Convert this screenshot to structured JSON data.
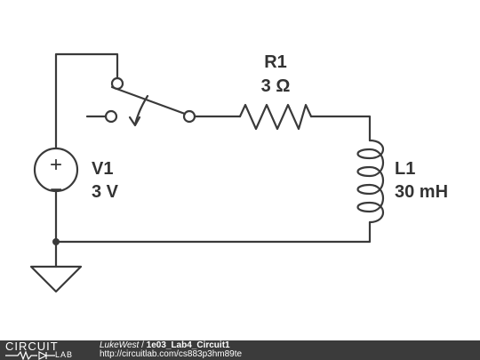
{
  "components": {
    "resistor": {
      "designator": "R1",
      "value": "3 Ω"
    },
    "inductor": {
      "designator": "L1",
      "value": "30 mH"
    },
    "source": {
      "designator": "V1",
      "value": "3 V",
      "plus": "+",
      "minus": "−"
    }
  },
  "footer": {
    "logo_top": "CIRCUIT",
    "logo_bottom": "LAB",
    "author": "LukeWest",
    "separator": " / ",
    "circuit_name": "1e03_Lab4_Circuit1",
    "url": "http://circuitlab.com/cs883p3hm89te"
  },
  "colors": {
    "wire": "#3a3a3a",
    "label": "#333333",
    "footer_bg": "#3b3b3b"
  }
}
